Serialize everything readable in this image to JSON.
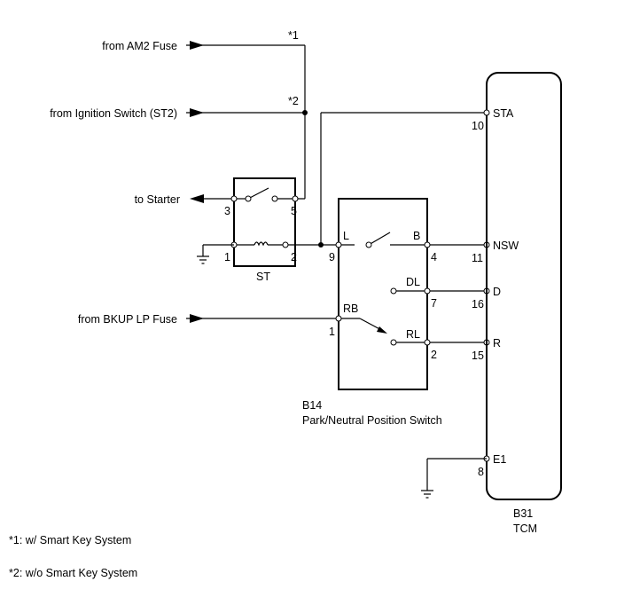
{
  "sources": {
    "am2": "from AM2 Fuse",
    "ign": "from Ignition Switch (ST2)",
    "starter": "to Starter",
    "bkup": "from BKUP LP Fuse"
  },
  "markers": {
    "m1": "*1",
    "m2": "*2"
  },
  "relay": {
    "name": "ST",
    "pins": {
      "p3": "3",
      "p5": "5",
      "p1": "1",
      "p2": "2"
    }
  },
  "switch": {
    "code": "B14",
    "name": "Park/Neutral Position Switch",
    "terms": {
      "L": "L",
      "B": "B",
      "DL": "DL",
      "RB": "RB",
      "RL": "RL"
    },
    "pins": {
      "p9": "9",
      "p4": "4",
      "p7": "7",
      "p1": "1",
      "p2": "2"
    }
  },
  "tcm": {
    "code": "B31",
    "name": "TCM",
    "terms": {
      "STA": "STA",
      "NSW": "NSW",
      "D": "D",
      "R": "R",
      "E1": "E1"
    },
    "pins": {
      "p10": "10",
      "p11": "11",
      "p16": "16",
      "p15": "15",
      "p8": "8"
    }
  },
  "notes": {
    "n1": "*1: w/ Smart Key System",
    "n2": "*2: w/o Smart Key System"
  }
}
